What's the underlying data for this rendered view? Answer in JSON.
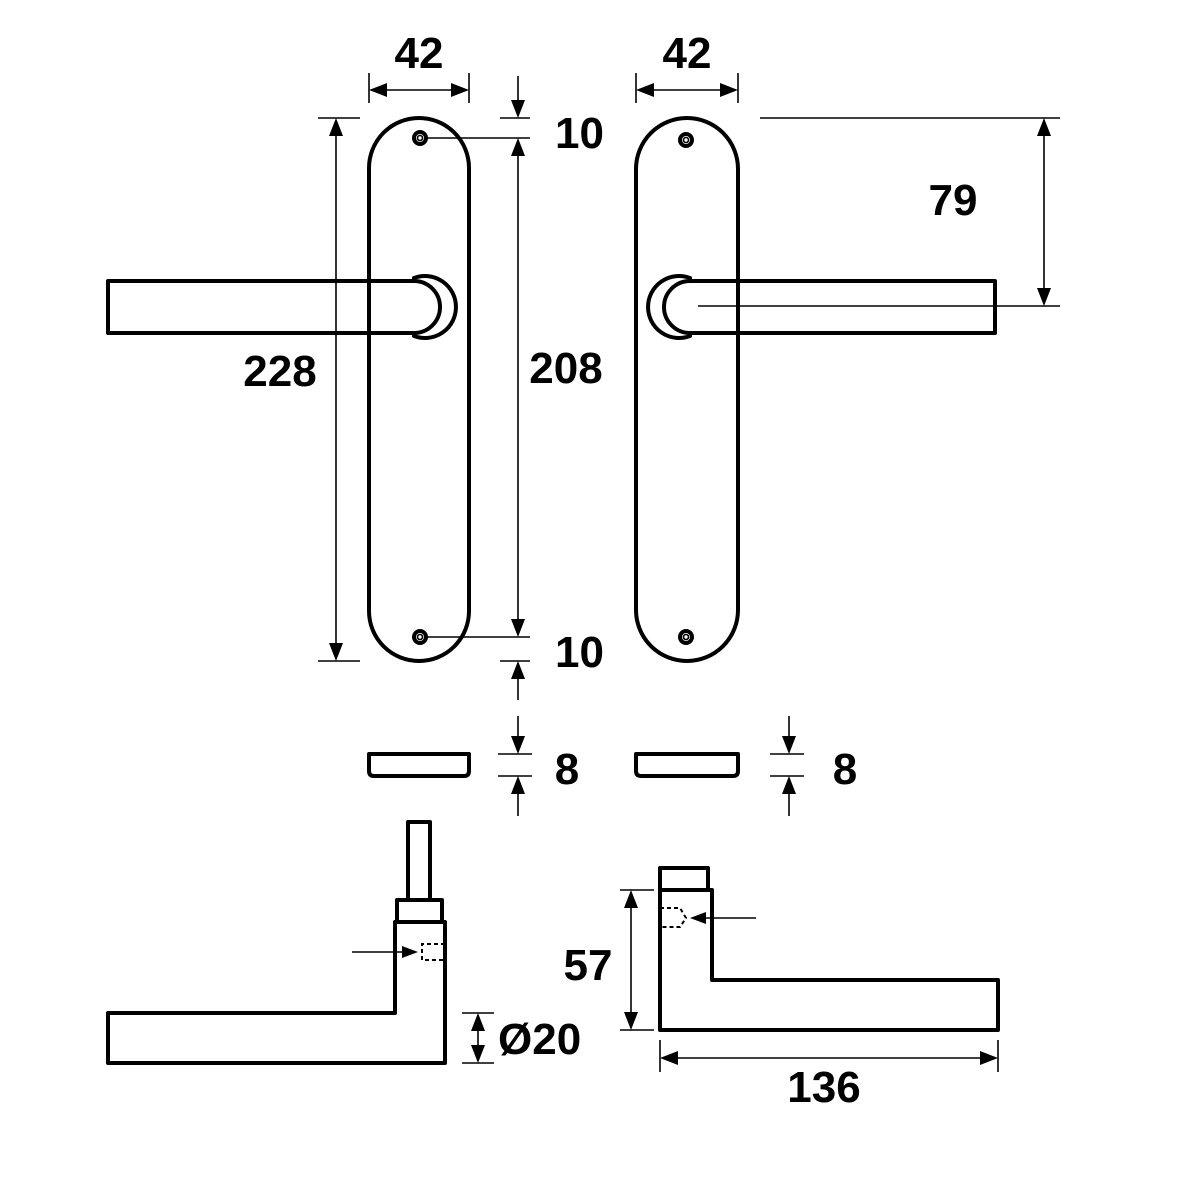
{
  "dimensions": {
    "left_rose_width": "42",
    "right_rose_width": "42",
    "screw_top_offset": "10",
    "screw_bottom_offset": "10",
    "screw_spacing": "208",
    "rose_length": "228",
    "lever_axis_from_top": "79",
    "left_rose_thickness": "8",
    "right_rose_thickness": "8",
    "lever_height": "57",
    "lever_diameter": "Ø20",
    "lever_length": "136"
  }
}
